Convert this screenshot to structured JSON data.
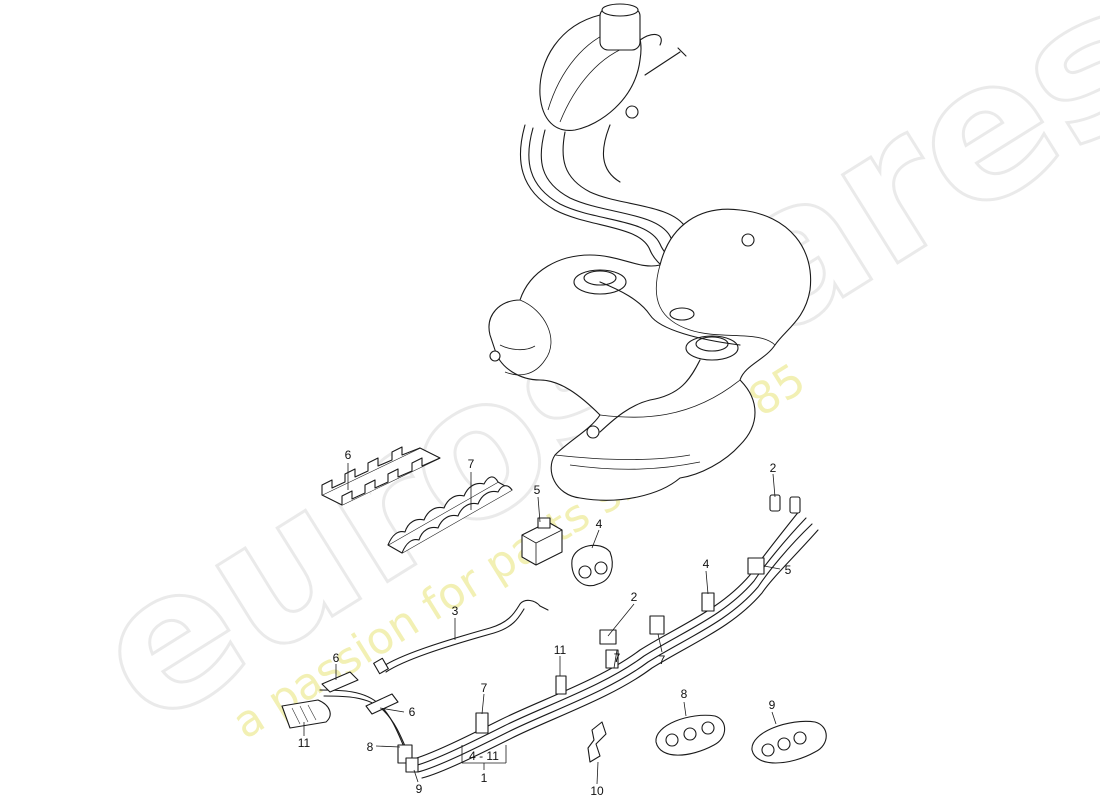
{
  "watermark": {
    "brand": "eurospares",
    "tagline": "a passion for parts since 1985",
    "brand_color": "#d9d9d9",
    "tagline_color": "#eeec9c"
  },
  "callouts": {
    "c1": "1",
    "c2a": "2",
    "c2b": "2",
    "c3": "3",
    "c4a": "4",
    "c4b": "4",
    "c4_11": "4 - 11",
    "c5a": "5",
    "c5b": "5",
    "c6a": "6",
    "c6b": "6",
    "c6c": "6",
    "c7a": "7",
    "c7b": "7",
    "c7c": "7",
    "c7d": "7",
    "c8a": "8",
    "c8b": "8",
    "c9a": "9",
    "c9b": "9",
    "c10": "10",
    "c11a": "11",
    "c11b": "11"
  }
}
